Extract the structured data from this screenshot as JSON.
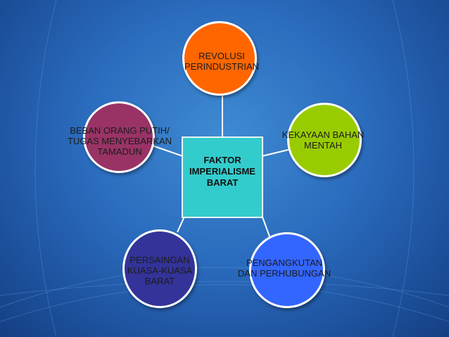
{
  "diagram": {
    "center": {
      "lines": [
        "FAKTOR",
        "IMPERIALISME",
        "BARAT"
      ],
      "color": "#33cccc"
    },
    "nodes": [
      {
        "id": "revolusi",
        "lines": [
          "REVOLUSI",
          "PERINDUSTRIAN"
        ],
        "color": "#ff6600"
      },
      {
        "id": "kekayaan",
        "lines": [
          "KEKAYAAN BAHAN",
          "MENTAH"
        ],
        "color": "#99cc00"
      },
      {
        "id": "pengangkutan",
        "lines": [
          "PENGANGKUTAN",
          "DAN PERHUBUNGAN"
        ],
        "color": "#3366ff"
      },
      {
        "id": "persaingan",
        "lines": [
          "PERSAINGAN",
          "KUASA-KUASA",
          "BARAT"
        ],
        "color": "#333399"
      },
      {
        "id": "beban",
        "lines": [
          "BEBAN ORANG PUTIH/",
          "TUGAS MENYEBARKAN",
          "TAMADUN"
        ],
        "color": "#993366"
      }
    ]
  }
}
